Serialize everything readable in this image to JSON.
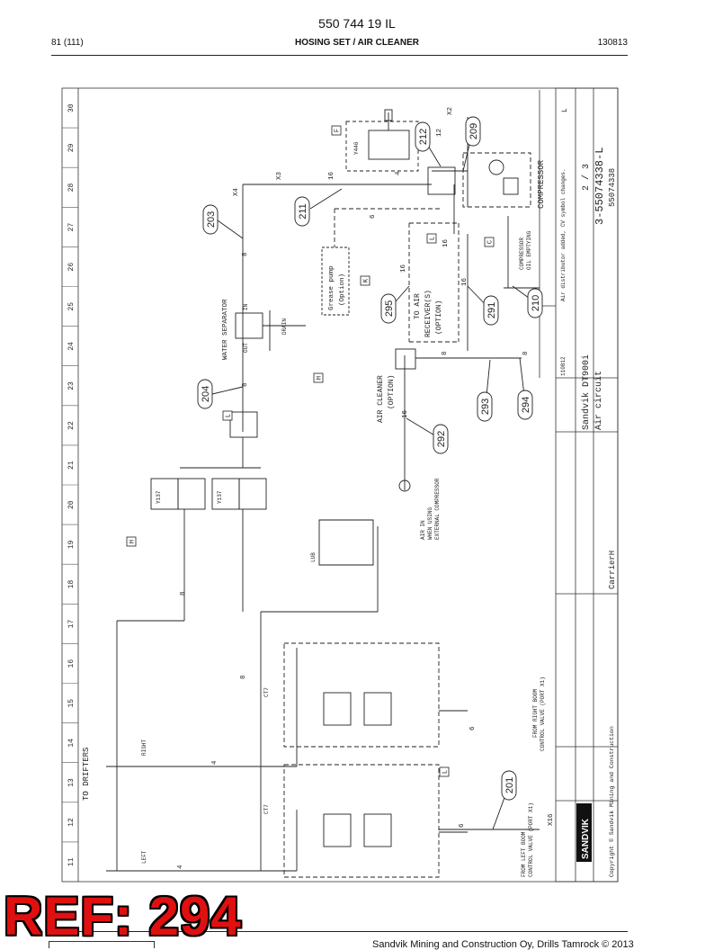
{
  "header": {
    "doc_number": "550 744 19 IL",
    "page": "81 (111)",
    "section": "HOSING SET / AIR CLEANER",
    "date_code": "130813"
  },
  "footer": {
    "company_text": "Sandvik Mining and Construction Oy, Drills Tamrock © 2013"
  },
  "watermark": {
    "text": "REF: 294"
  },
  "grid_numbers": [
    "11",
    "12",
    "13",
    "14",
    "15",
    "16",
    "17",
    "18",
    "19",
    "20",
    "21",
    "22",
    "23",
    "24",
    "25",
    "26",
    "27",
    "28",
    "29",
    "30"
  ],
  "callouts": [
    {
      "id": "203"
    },
    {
      "id": "211"
    },
    {
      "id": "212"
    },
    {
      "id": "209"
    },
    {
      "id": "295"
    },
    {
      "id": "291"
    },
    {
      "id": "210"
    },
    {
      "id": "204"
    },
    {
      "id": "293"
    },
    {
      "id": "294"
    },
    {
      "id": "292"
    },
    {
      "id": "201"
    }
  ],
  "letter_boxes": [
    "F",
    "K",
    "L",
    "C",
    "H",
    "L",
    "H",
    "L"
  ],
  "labels": {
    "water_separator": "WATER SEPARATOR",
    "drain": "DRAIN",
    "grease_pump": "Grease pump",
    "option": "(Option)",
    "to_air_receiver": "TO AIR",
    "receiver": "RECEIVER(S)",
    "receiver_option": "(OPTION)",
    "air_cleaner": "AIR CLEANER",
    "air_cleaner_option": "(OPTION)",
    "air_in": "AIR IN",
    "when_using": "WHEN USING",
    "external_comp": "EXTERNAL COMPRESSOR",
    "compressor": "COMPRESSOR",
    "compressor_oil": "COMPRESSOR",
    "oil_emptying": "OIL EMPTYING",
    "to_drifters": "TO DRIFTERS",
    "right": "RIGHT",
    "left": "LEFT",
    "boom_right": "FROM RIGHT BOOM",
    "boom_right_valve": "CONTROL VALVE (PORT X1)",
    "boom_left": "FROM LEFT BOOM",
    "boom_left_valve": "CONTROL VALVE (PORT X1)",
    "in": "IN",
    "out": "OUT",
    "x2": "X2",
    "x3": "X3",
    "x4": "X4",
    "x16": "X16",
    "y446": "Y446",
    "y137a": "Y137",
    "y137b": "Y137",
    "ct7a": "CT7",
    "ct7b": "CT7",
    "lube": "LUB",
    "num_16a": "16",
    "num_16b": "16",
    "num_16c": "16",
    "num_16d": "16",
    "num_16e": "16",
    "num_8a": "8",
    "num_8b": "8",
    "num_8c": "8",
    "num_8d": "8",
    "num_8e": "8",
    "num_8f": "8",
    "num_6a": "6",
    "num_6b": "6",
    "num_6c": "6",
    "num_4a": "4",
    "num_4b": "4",
    "num_4c": "4",
    "num_12": "12"
  },
  "title_block": {
    "product": "Sandvik DT900i",
    "subtitle": "Air circuit",
    "part_no": "3-55074338-L",
    "sheet": "2 / 3",
    "doc_code": "55074338",
    "carrier": "CarrierH",
    "rev_letter": "L",
    "rev_note": "Air distributor added, CV symbol changes.",
    "date_rev": "110812",
    "logo": "SANDVIK",
    "copyright": "Copyright © Sandvik Mining and Construction"
  }
}
